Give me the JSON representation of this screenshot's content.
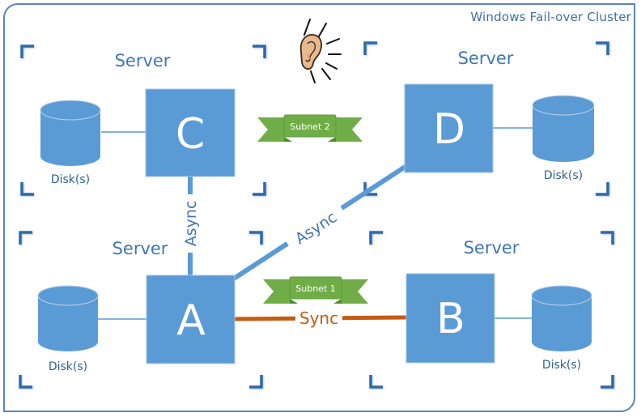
{
  "title": "Windows Fail-over Cluster",
  "colors": {
    "frame": "#5b84b8",
    "node_fill": "#5b9bd5",
    "node_stroke": "#a6c4e6",
    "bracket": "#2e6aa8",
    "async_link": "#5b9bd5",
    "sync_link": "#c55a11",
    "ribbon": "#70ad47",
    "ribbon_dark": "#4e8a2e",
    "label_blue": "#3f77b6"
  },
  "listener_icon": "ear-icon",
  "servers": [
    {
      "id": "C",
      "label": "Server",
      "letter": "C",
      "disk_label": "Disk(s)"
    },
    {
      "id": "D",
      "label": "Server",
      "letter": "D",
      "disk_label": "Disk(s)"
    },
    {
      "id": "A",
      "label": "Server",
      "letter": "A",
      "disk_label": "Disk(s)"
    },
    {
      "id": "B",
      "label": "Server",
      "letter": "B",
      "disk_label": "Disk(s)"
    }
  ],
  "links": [
    {
      "from": "A",
      "to": "C",
      "label": "Async",
      "type": "async"
    },
    {
      "from": "A",
      "to": "D",
      "label": "Async",
      "type": "async"
    },
    {
      "from": "A",
      "to": "B",
      "label": "Sync",
      "type": "sync"
    }
  ],
  "subnets": [
    {
      "label": "Subnet 2"
    },
    {
      "label": "Subnet 1"
    }
  ]
}
